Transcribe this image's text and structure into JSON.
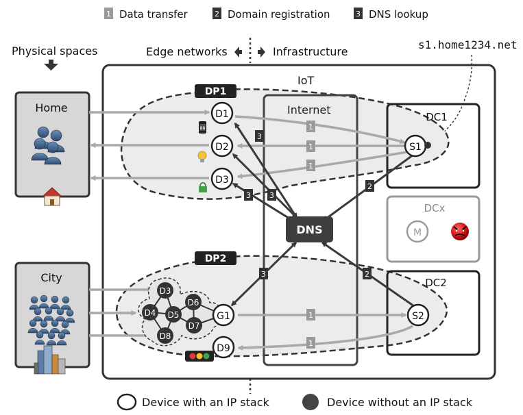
{
  "legend": {
    "data_transfer": {
      "num": "1",
      "label": "Data transfer"
    },
    "domain_registration": {
      "num": "2",
      "label": "Domain registration"
    },
    "dns_lookup": {
      "num": "3",
      "label": "DNS lookup"
    },
    "device_with_ip": "Device with an IP stack",
    "device_without_ip": "Device without an IP stack"
  },
  "headers": {
    "physical_spaces": "Physical spaces",
    "edge_networks": "Edge networks",
    "infrastructure": "Infrastructure",
    "domain_name": "s1.home1234.net"
  },
  "regions": {
    "iot": "IoT",
    "internet": "Internet",
    "dp1": "DP1",
    "dp2": "DP2",
    "home": "Home",
    "city": "City",
    "dc1": "DC1",
    "dc2": "DC2",
    "dcx": "DCx",
    "dns": "DNS"
  },
  "nodes": {
    "d1": "D1",
    "d2": "D2",
    "d3": "D3",
    "d3b": "D3",
    "d4": "D4",
    "d5": "D5",
    "d6": "D6",
    "d7": "D7",
    "d8": "D8",
    "d9": "D9",
    "g1": "G1",
    "s1": "S1",
    "s2": "S2",
    "m": "M"
  },
  "edge_labels": {
    "one": "1",
    "two": "2",
    "three": "3"
  },
  "colors": {
    "gray_arrow": "#a9a9a9",
    "dark_arrow": "#3a3a3a",
    "dp_fill": "#ececec",
    "box_fill": "#d7d7d7",
    "dns_fill": "#3d3d3d",
    "badge_gray": "#9a9a9a",
    "badge_dark": "#333333",
    "malware_red": "#d11414"
  }
}
